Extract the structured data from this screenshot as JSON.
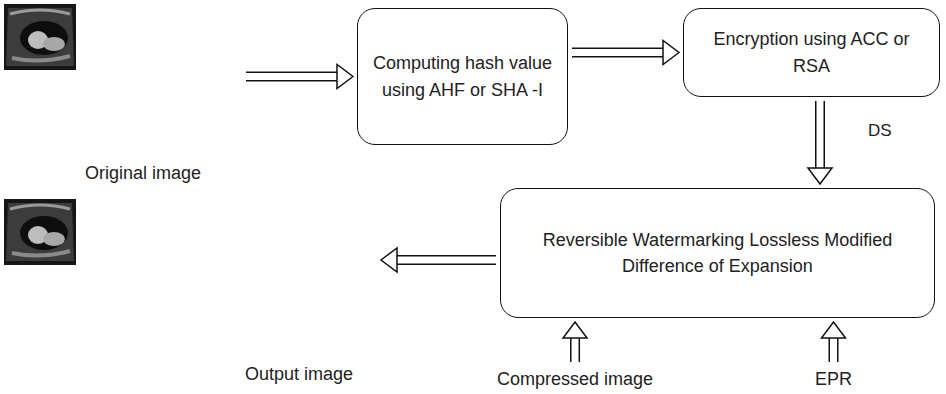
{
  "diagram": {
    "nodes": [
      {
        "text": [
          "Original image"
        ]
      },
      {
        "text": [
          "Computing hash value using AHF or SHA -I"
        ]
      },
      {
        "text": [
          "Encryption using ACC or RSA"
        ]
      },
      {
        "text": [
          "Reversible Watermarking Lossless Modified Difference of Expansion"
        ]
      },
      {
        "text": [
          "Output image"
        ]
      },
      {
        "text": [
          "Compressed image"
        ]
      },
      {
        "text": [
          "EPR"
        ]
      }
    ],
    "edges": [
      {
        "from": 0,
        "to": 1,
        "arrow": "to"
      },
      {
        "from": 1,
        "to": 2,
        "arrow": "to"
      },
      {
        "from": 2,
        "to": 3,
        "arrow": "to",
        "label": "DS"
      },
      {
        "from": 3,
        "to": 4,
        "arrow": "to"
      },
      {
        "from": 5,
        "to": 3,
        "arrow": "to"
      },
      {
        "from": 6,
        "to": 3,
        "arrow": "to"
      }
    ]
  }
}
